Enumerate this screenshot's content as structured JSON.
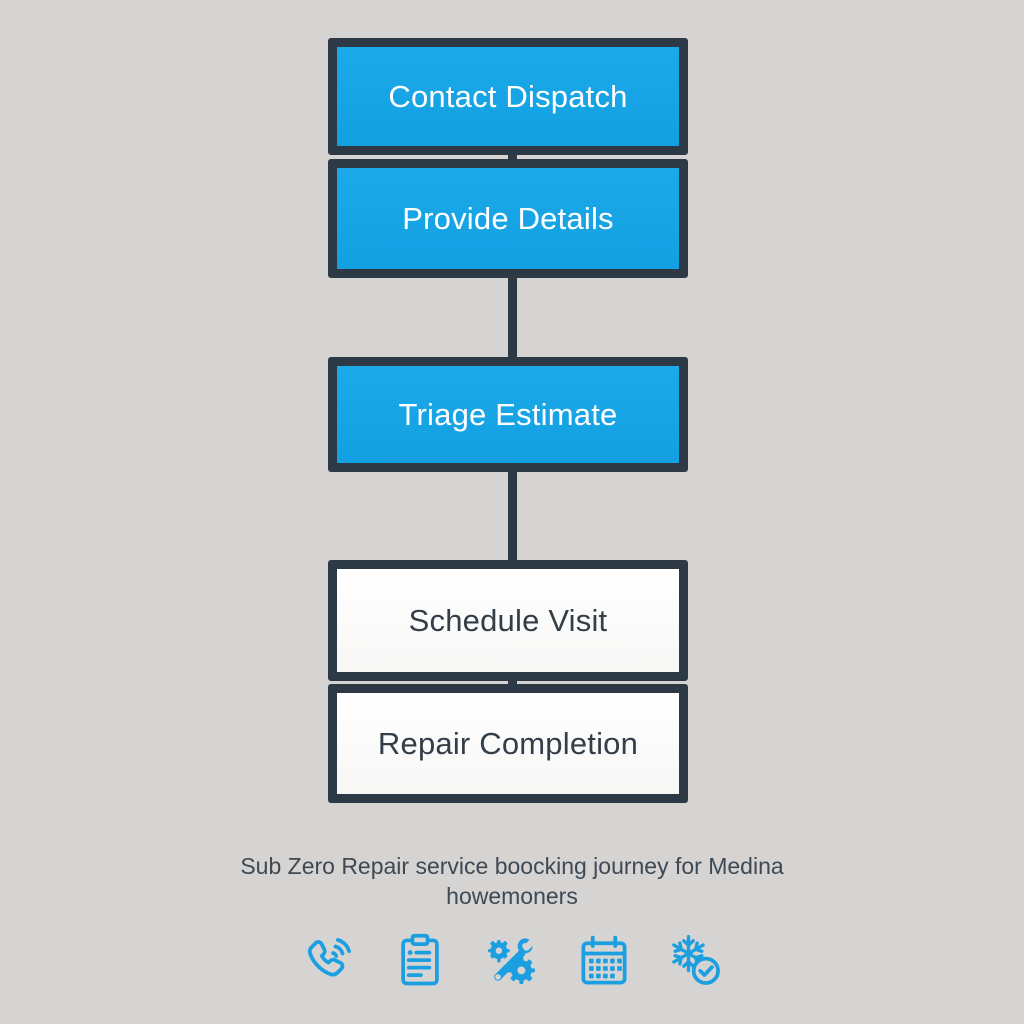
{
  "flowchart": {
    "steps": [
      {
        "label": "Contact Dispatch",
        "style": "blue"
      },
      {
        "label": "Provide Details",
        "style": "blue"
      },
      {
        "label": "Triage Estimate",
        "style": "blue"
      },
      {
        "label": "Schedule Visit",
        "style": "white"
      },
      {
        "label": "Repair Completion",
        "style": "white"
      }
    ]
  },
  "caption": "Sub Zero Repair service boocking journey for Medina howemoners",
  "icons": [
    {
      "name": "phone-icon"
    },
    {
      "name": "clipboard-icon"
    },
    {
      "name": "gear-wrench-icon"
    },
    {
      "name": "calendar-icon"
    },
    {
      "name": "snowflake-check-icon"
    }
  ],
  "colors": {
    "accent_blue": "#14a3e4",
    "border_dark": "#2d3945",
    "background": "#d5d4d3",
    "box_white": "#fbfbfb",
    "icon_blue": "#1b9fe0",
    "caption_text": "#3e4953"
  }
}
